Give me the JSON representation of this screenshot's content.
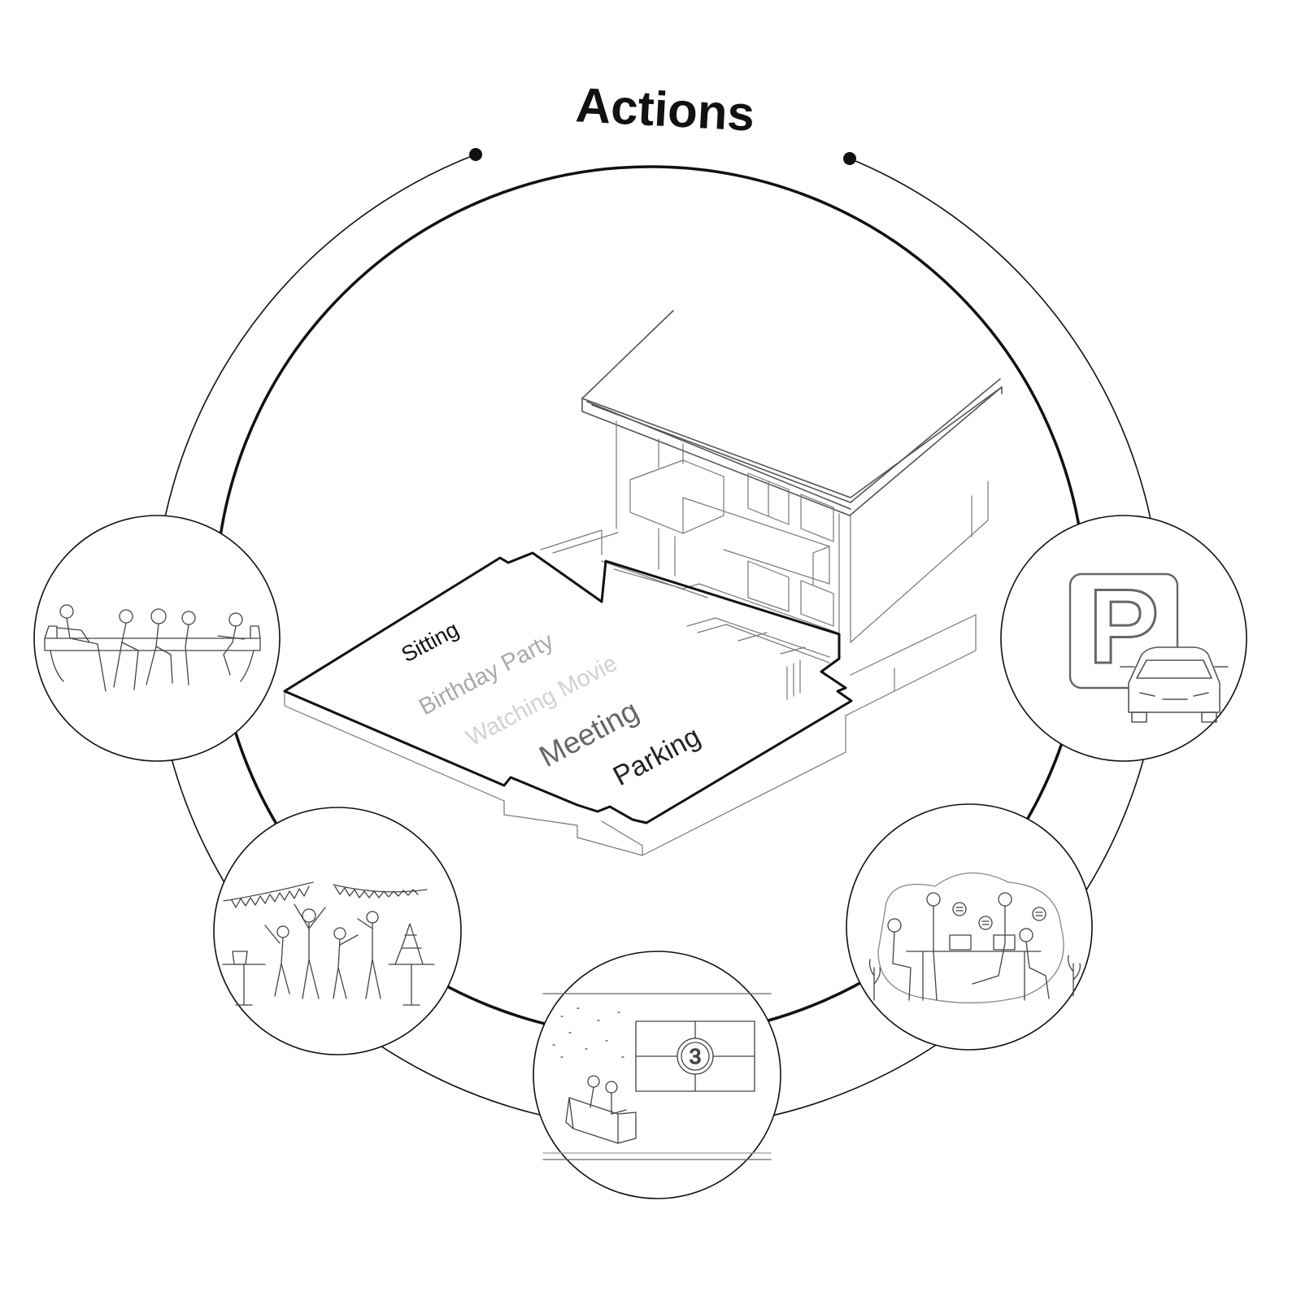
{
  "title": "Actions",
  "yard_labels": [
    {
      "id": "sitting",
      "text": "Sitting",
      "color": "#111111"
    },
    {
      "id": "birthday-party",
      "text": "Birthday Party",
      "color": "#a9a9a9"
    },
    {
      "id": "watching-movie",
      "text": "Watching Movie",
      "color": "#d2d2d2"
    },
    {
      "id": "meeting",
      "text": "Meeting",
      "color": "#666666"
    },
    {
      "id": "parking",
      "text": "Parking",
      "color": "#222222"
    }
  ],
  "parking_sign_letter": "P",
  "countdown_number": "3",
  "colors": {
    "line": "#111111",
    "illustration": "#444444",
    "background": "#ffffff"
  }
}
